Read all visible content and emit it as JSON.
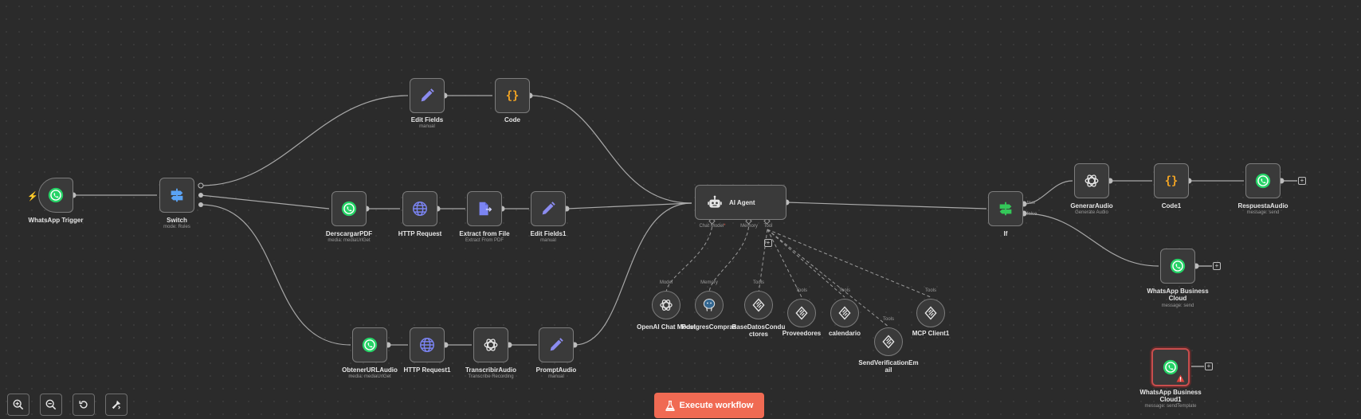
{
  "nodes": {
    "trigger": {
      "name": "WhatsApp Trigger"
    },
    "switch": {
      "name": "Switch",
      "subtitle": "mode: Rules"
    },
    "edit_fields": {
      "name": "Edit Fields",
      "subtitle": "manual"
    },
    "code": {
      "name": "Code"
    },
    "descargar_pdf": {
      "name": "DerscargarPDF",
      "subtitle": "media: mediaUrlGet"
    },
    "http_request": {
      "name": "HTTP Request"
    },
    "extract_file": {
      "name": "Extract from File",
      "subtitle": "Extract From PDF"
    },
    "edit_fields1": {
      "name": "Edit Fields1",
      "subtitle": "manual"
    },
    "obtener_url_audio": {
      "name": "ObtenerURLAudio",
      "subtitle": "media: mediaUrlGet"
    },
    "http_request1": {
      "name": "HTTP Request1"
    },
    "transcribir_audio": {
      "name": "TranscribirAudio",
      "subtitle": "Transcribe Recording"
    },
    "prompt_audio": {
      "name": "PromptAudio",
      "subtitle": "manual"
    },
    "ai_agent": {
      "name": "AI Agent"
    },
    "if": {
      "name": "If"
    },
    "generar_audio": {
      "name": "GenerarAudio",
      "subtitle": "Generate Audio"
    },
    "code1": {
      "name": "Code1"
    },
    "respuesta_audio": {
      "name": "RespuestaAudio",
      "subtitle": "message: send"
    },
    "wa_business_cloud": {
      "name": "WhatsApp Business Cloud",
      "subtitle": "message: send"
    },
    "wa_business_cloud1": {
      "name": "WhatsApp Business Cloud1",
      "subtitle": "message: sendTemplate"
    }
  },
  "agent_ports": {
    "chat_model": "Chat Model",
    "required_mark": "*",
    "memory": "Memory",
    "tool": "Tool"
  },
  "if_ports": {
    "true_label": "true",
    "false_label": "false"
  },
  "tools": {
    "openai_chat": {
      "kind": "Model",
      "name": "OpenAI Chat Model"
    },
    "postgres": {
      "kind": "Memory",
      "name": "PostgresCompras"
    },
    "base_datos": {
      "kind": "Tools",
      "name": "BaseDatosConductores"
    },
    "proveedores": {
      "kind": "Tools",
      "name": "Proveedores"
    },
    "calendario": {
      "kind": "Tools",
      "name": "calendario"
    },
    "send_verification": {
      "kind": "Tools",
      "name": "SendVerificationEmail"
    },
    "mcp_client": {
      "kind": "Tools",
      "name": "MCP Client1"
    }
  },
  "toolbar": {
    "zoom_in": "zoom-in-icon",
    "zoom_out": "zoom-out-icon",
    "reset": "reset-icon",
    "tidy": "tidy-up-icon"
  },
  "execute": {
    "label": "Execute workflow",
    "icon": "flask-icon",
    "color": "#f06a53"
  },
  "colors": {
    "whatsapp": "#25d366",
    "edit": "#8b8cf0",
    "code": "#f5a623",
    "globe": "#7b84f2",
    "switch": "#5aa3f5",
    "if": "#34c759",
    "error": "#e0413a",
    "trigger_bolt": "#e35d4b"
  }
}
